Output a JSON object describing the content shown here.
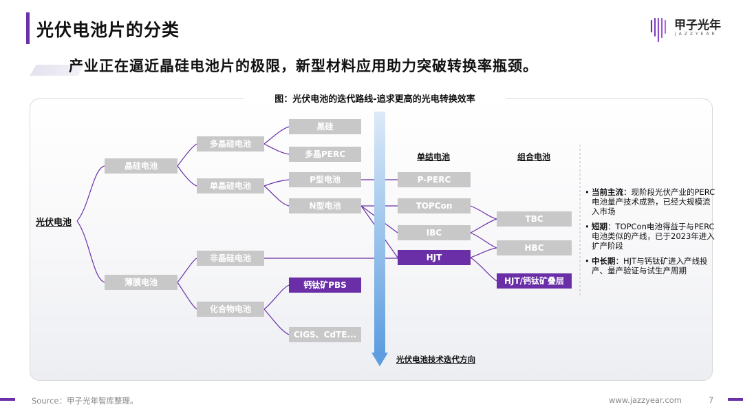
{
  "header": {
    "title": "光伏电池片的分类",
    "subtitle": "产业正在逼近晶硅电池片的极限，新型材料应用助力突破转换率瓶颈。"
  },
  "logo": {
    "name": "甲子光年",
    "sub": "JAZZYEAR"
  },
  "figure": {
    "title": "图：光伏电池的迭代路线-追求更高的光电转换效率",
    "root": "光伏电池",
    "axis_label": "光伏电池技术迭代方向",
    "col_single": "单结电池",
    "col_combo": "组合电池",
    "nodes": {
      "crystal": "晶硅电池",
      "thinfilm": "薄膜电池",
      "multi": "多晶硅电池",
      "mono": "单晶硅电池",
      "amorph": "非晶硅电池",
      "compound": "化合物电池",
      "black": "黑硅",
      "multi_perc": "多晶PERC",
      "p_type": "P型电池",
      "n_type": "N型电池",
      "perovskite": "钙钛矿PBS",
      "cigs": "CIGS、CdTE...",
      "p_perc": "P-PERC",
      "topcon": "TOPCon",
      "ibc": "IBC",
      "hjt": "HJT",
      "tbc": "TBC",
      "hbc": "HBC",
      "hjt_tandem": "HJT/钙钛矿叠层"
    }
  },
  "notes": [
    {
      "bullet": "•",
      "head": "当前主流",
      "text": "：现阶段光伏产业的PERC电池量产技术成熟，已经大规模流入市场"
    },
    {
      "bullet": "•",
      "head": "短期",
      "text": "：TOPCon电池得益于与PERC电池类似的产线，已于2023年进入扩产阶段"
    },
    {
      "bullet": "•",
      "head": "中长期",
      "text": "：HJT与钙钛矿进入产线投产、量产验证与试生产周期"
    }
  ],
  "footer": {
    "source": "Source：甲子光年智库整理。",
    "site": "www.jazzyear.com",
    "page": "7"
  },
  "colors": {
    "accent": "#6a2fa6",
    "box_gray": "#c8c8c8",
    "arrow": "#7ab0e6"
  }
}
